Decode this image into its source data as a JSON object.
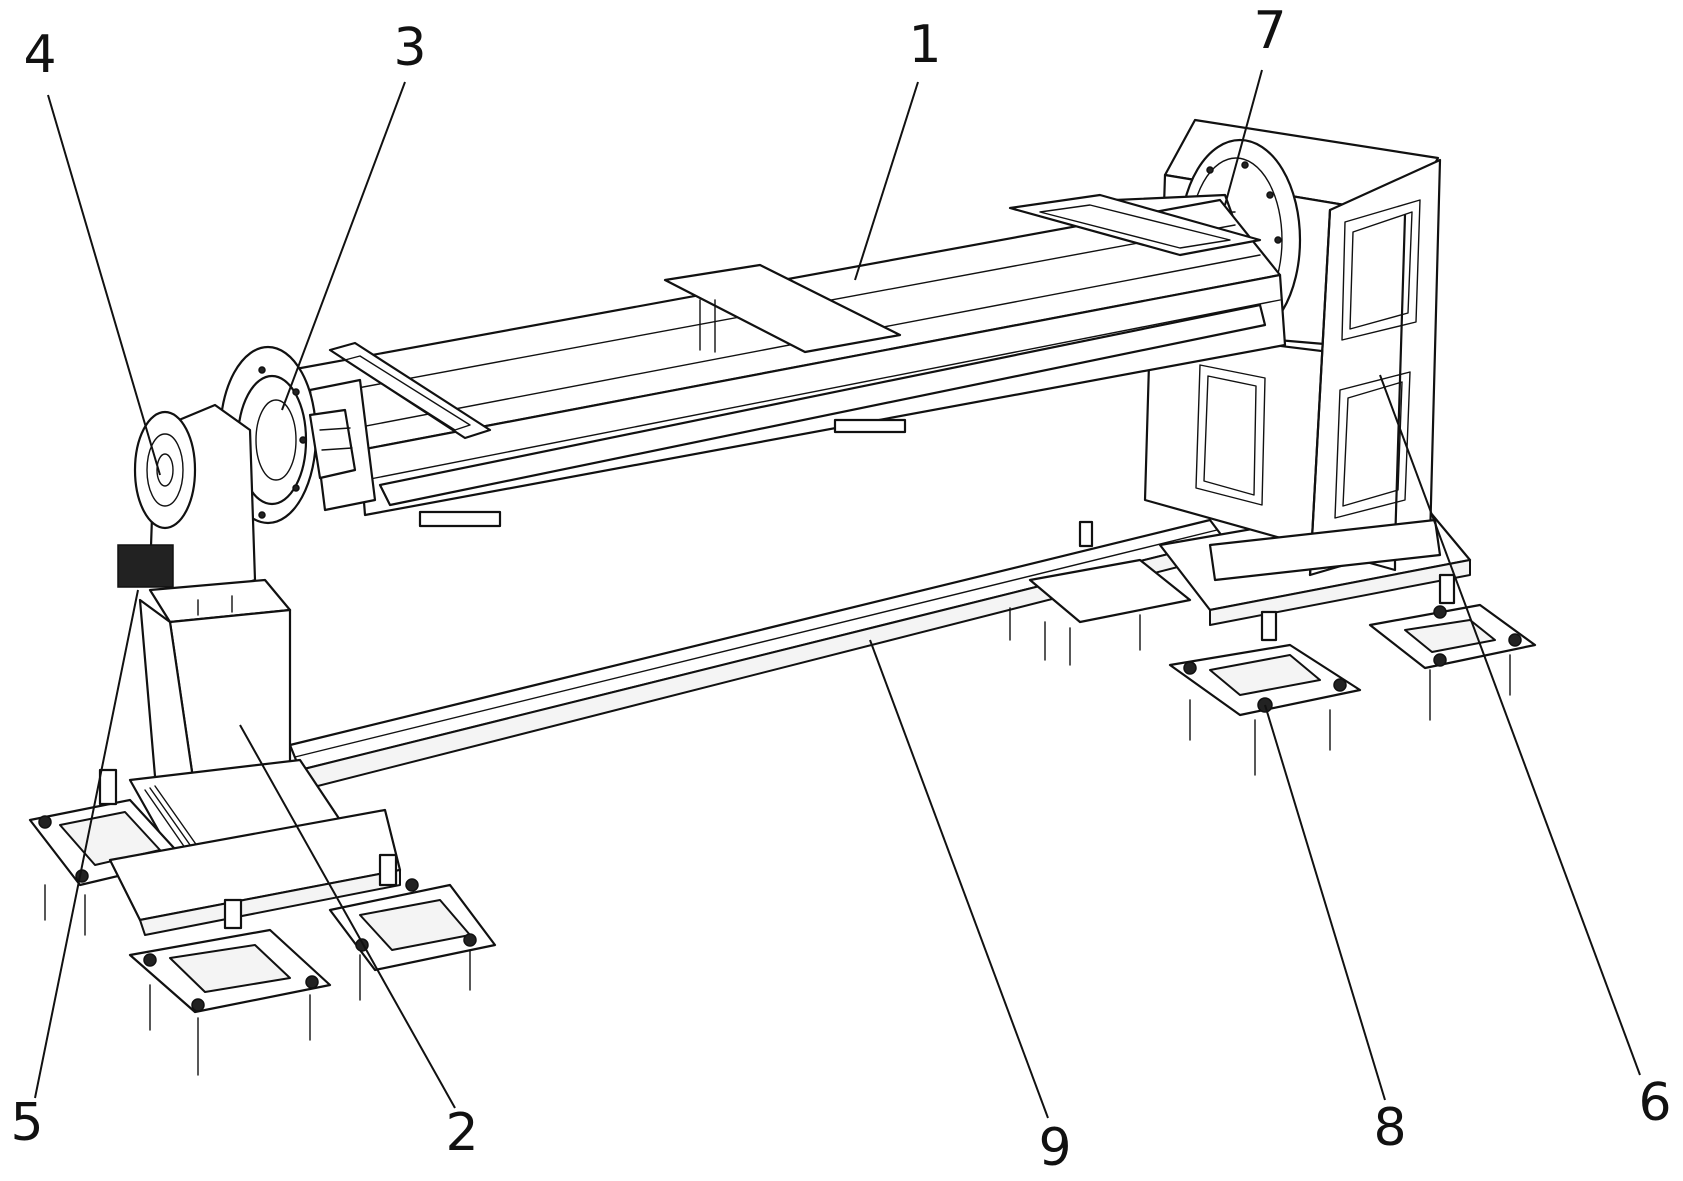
{
  "figure": {
    "callouts": [
      {
        "id": "1",
        "text": "1"
      },
      {
        "id": "2",
        "text": "2"
      },
      {
        "id": "3",
        "text": "3"
      },
      {
        "id": "4",
        "text": "4"
      },
      {
        "id": "5",
        "text": "5"
      },
      {
        "id": "6",
        "text": "6"
      },
      {
        "id": "7",
        "text": "7"
      },
      {
        "id": "8",
        "text": "8"
      },
      {
        "id": "9",
        "text": "9"
      }
    ]
  }
}
